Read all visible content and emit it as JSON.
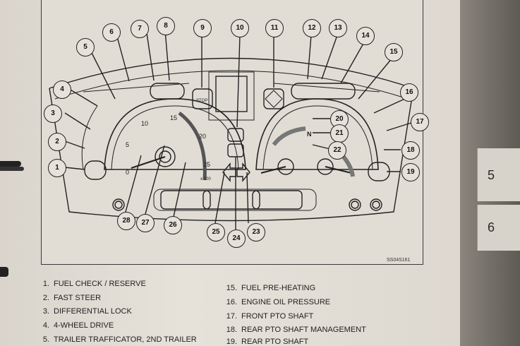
{
  "figure": {
    "reference_id": "SS04S161",
    "tick_labels": [
      "0",
      "5",
      "10",
      "15",
      "20",
      "25"
    ],
    "multiplier": "x 100",
    "neutral_symbol": "N",
    "stop_label": "STOP",
    "callouts": [
      "1",
      "2",
      "3",
      "4",
      "5",
      "6",
      "7",
      "8",
      "9",
      "10",
      "11",
      "12",
      "13",
      "14",
      "15",
      "16",
      "17",
      "18",
      "19",
      "20",
      "21",
      "22",
      "23",
      "24",
      "25",
      "26",
      "27",
      "28"
    ]
  },
  "legend_left": [
    {
      "num": "1.",
      "text": "FUEL CHECK / RESERVE"
    },
    {
      "num": "2.",
      "text": "FAST STEER"
    },
    {
      "num": "3.",
      "text": "DIFFERENTIAL LOCK"
    },
    {
      "num": "4.",
      "text": "4-WHEEL DRIVE"
    },
    {
      "num": "5.",
      "text": "TRAILER TRAFFICATOR, 2ND TRAILER"
    }
  ],
  "legend_right": [
    {
      "num": "15.",
      "text": "FUEL PRE-HEATING"
    },
    {
      "num": "16.",
      "text": "ENGINE OIL PRESSURE"
    },
    {
      "num": "17.",
      "text": "FRONT PTO SHAFT"
    },
    {
      "num": "18.",
      "text": "REAR PTO SHAFT MANAGEMENT"
    },
    {
      "num": "19.",
      "text": "REAR PTO SHAFT"
    }
  ],
  "tabs": [
    "5",
    "6"
  ]
}
